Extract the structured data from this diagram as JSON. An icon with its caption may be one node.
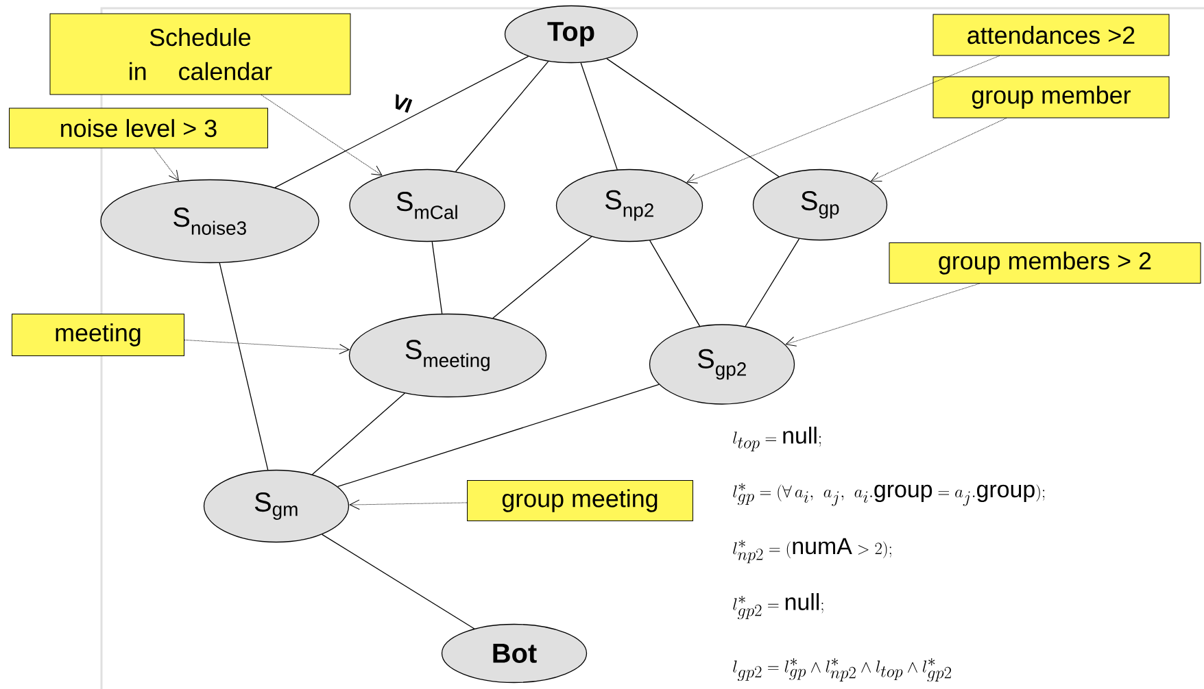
{
  "diagram": {
    "nodes": [
      {
        "text": [
          "Schedule in calendar"
        ]
      },
      {
        "text": [
          "Top"
        ]
      },
      {
        "text": [
          "attendances >2"
        ]
      },
      {
        "text": [
          "group member"
        ]
      },
      {
        "text": [
          "noise level > 3"
        ]
      },
      {
        "text": [
          "S$_{noise3}$"
        ]
      },
      {
        "text": [
          "S$_{mCal}$"
        ]
      },
      {
        "text": [
          "S$_{np2}$"
        ]
      },
      {
        "text": [
          "S$_{gp}$"
        ]
      },
      {
        "text": [
          "group members > 2"
        ]
      },
      {
        "text": [
          "meeting"
        ]
      },
      {
        "text": [
          "S$_{meeting}$"
        ]
      },
      {
        "text": [
          "S$_{gp2}$"
        ]
      },
      {
        "text": [
          "S$_{gm}$"
        ]
      },
      {
        "text": [
          "group meeting"
        ]
      },
      {
        "text": [
          "Bot"
        ]
      }
    ],
    "edges": [
      {
        "from": 1,
        "to": 5,
        "arrow": "none"
      },
      {
        "from": 1,
        "to": 6,
        "arrow": "none"
      },
      {
        "from": 1,
        "to": 7,
        "arrow": "none"
      },
      {
        "from": 1,
        "to": 8,
        "arrow": "none"
      },
      {
        "from": 5,
        "to": 13,
        "arrow": "none"
      },
      {
        "from": 6,
        "to": 11,
        "arrow": "none"
      },
      {
        "from": 7,
        "to": 11,
        "arrow": "none"
      },
      {
        "from": 7,
        "to": 12,
        "arrow": "none"
      },
      {
        "from": 8,
        "to": 12,
        "arrow": "none"
      },
      {
        "from": 11,
        "to": 13,
        "arrow": "none"
      },
      {
        "from": 12,
        "to": 13,
        "arrow": "none"
      },
      {
        "from": 13,
        "to": 15,
        "arrow": "none"
      },
      {
        "from": 0,
        "to": 6,
        "arrow": "to",
        "style": "dashed"
      },
      {
        "from": 4,
        "to": 5,
        "arrow": "to",
        "style": "dashed"
      },
      {
        "from": 2,
        "to": 7,
        "arrow": "to",
        "style": "dashed"
      },
      {
        "from": 3,
        "to": 8,
        "arrow": "to",
        "style": "dashed"
      },
      {
        "from": 9,
        "to": 12,
        "arrow": "to",
        "style": "dashed"
      },
      {
        "from": 10,
        "to": 11,
        "arrow": "to",
        "style": "dashed"
      },
      {
        "from": 14,
        "to": 13,
        "arrow": "to",
        "style": "dashed"
      }
    ],
    "labels": [
      "≤",
      "l_{top} = \\mathrm{null};",
      "l^{*}_{gp} = (\\forall\\, a_{i},\\ a_{j},\\ a_{i}.\\mathrm{group} = a_{j}.\\mathrm{group});",
      "l^{*}_{np2} = (\\mathrm{numA} > 2);",
      "l^{*}_{gp2} = \\mathrm{null};",
      "l_{gp2} = l^{*}_{gp} \\wedge l^{*}_{np2} \\wedge l_{top} \\wedge l^{*}_{gp2}"
    ]
  }
}
